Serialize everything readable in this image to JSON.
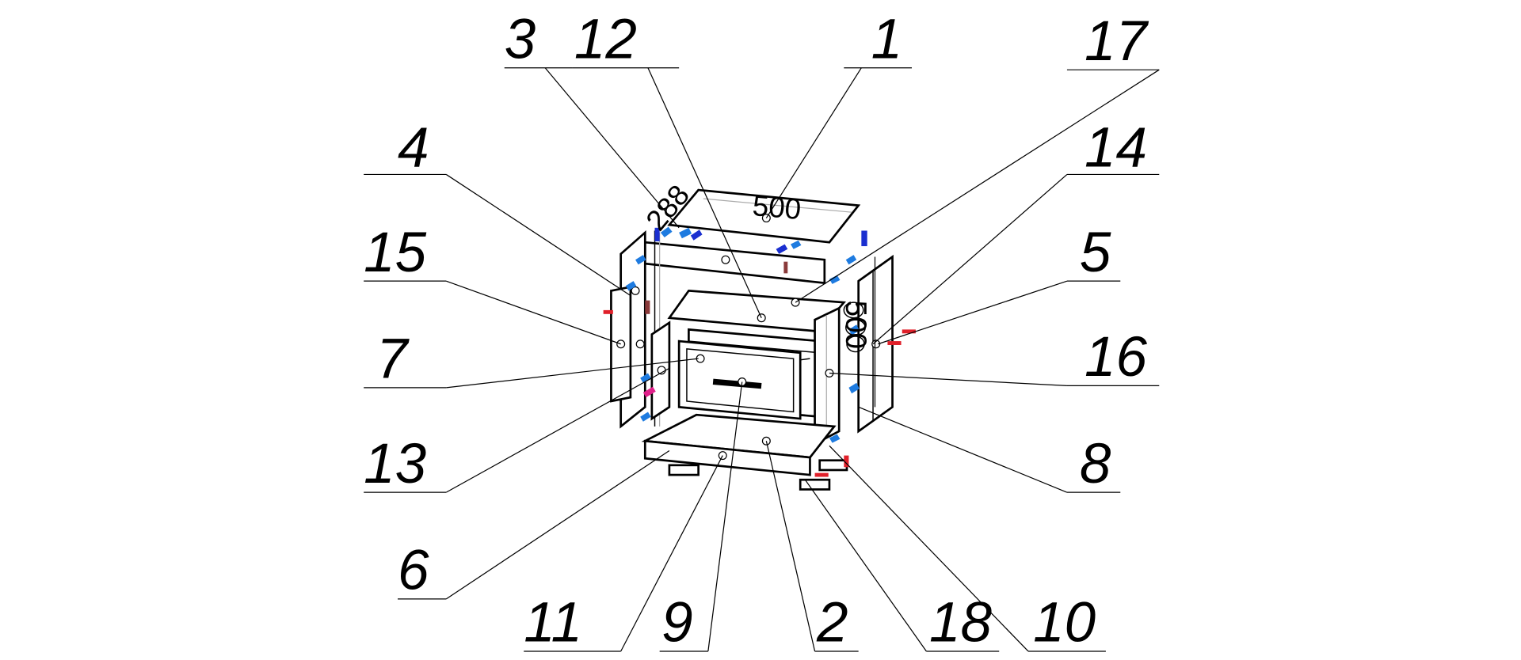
{
  "diagram": {
    "part_labels": {
      "p1": "1",
      "p2": "2",
      "p3": "3",
      "p4": "4",
      "p5": "5",
      "p6": "6",
      "p7": "7",
      "p8": "8",
      "p9": "9",
      "p10": "10",
      "p11": "11",
      "p12": "12",
      "p13": "13",
      "p14": "14",
      "p15": "15",
      "p16": "16",
      "p17": "17",
      "p18": "18"
    },
    "dimensions": {
      "width": "500",
      "depth": "288",
      "height": "500"
    },
    "colors": {
      "fitting": "#1e7be0",
      "fitting_dark": "#1a2fd0",
      "dowel": "#e0202a"
    }
  }
}
